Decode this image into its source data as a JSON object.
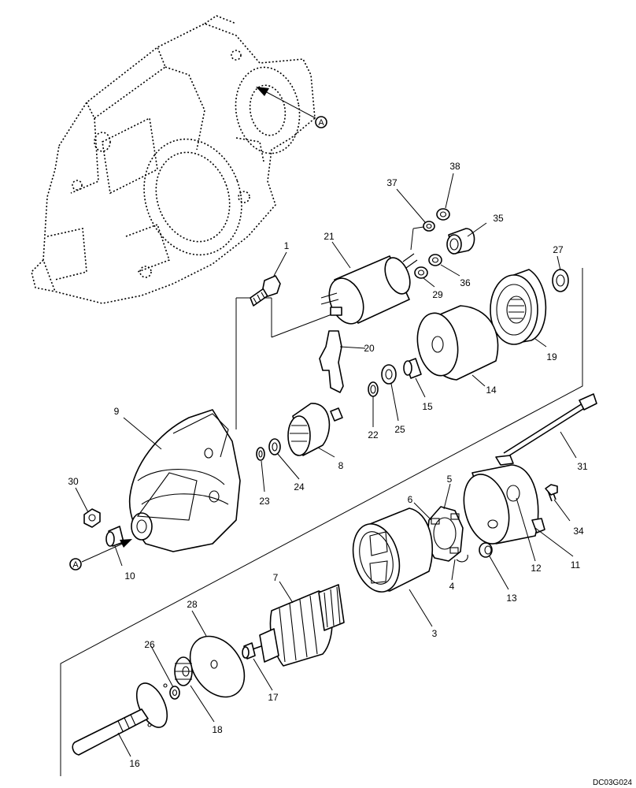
{
  "drawing_code": "DC03G024",
  "ref_marker": "A",
  "labels": {
    "p1": "1",
    "p3": "3",
    "p4": "4",
    "p5": "5",
    "p6": "6",
    "p7": "7",
    "p8": "8",
    "p9": "9",
    "p10": "10",
    "p11": "11",
    "p12": "12",
    "p13": "13",
    "p14": "14",
    "p15": "15",
    "p16": "16",
    "p17": "17",
    "p18": "18",
    "p19": "19",
    "p20": "20",
    "p21": "21",
    "p22": "22",
    "p23": "23",
    "p24": "24",
    "p25": "25",
    "p26": "26",
    "p27": "27",
    "p28": "28",
    "p29": "29",
    "p30": "30",
    "p31": "31",
    "p34": "34",
    "p35": "35",
    "p36": "36",
    "p37": "37",
    "p38": "38"
  }
}
